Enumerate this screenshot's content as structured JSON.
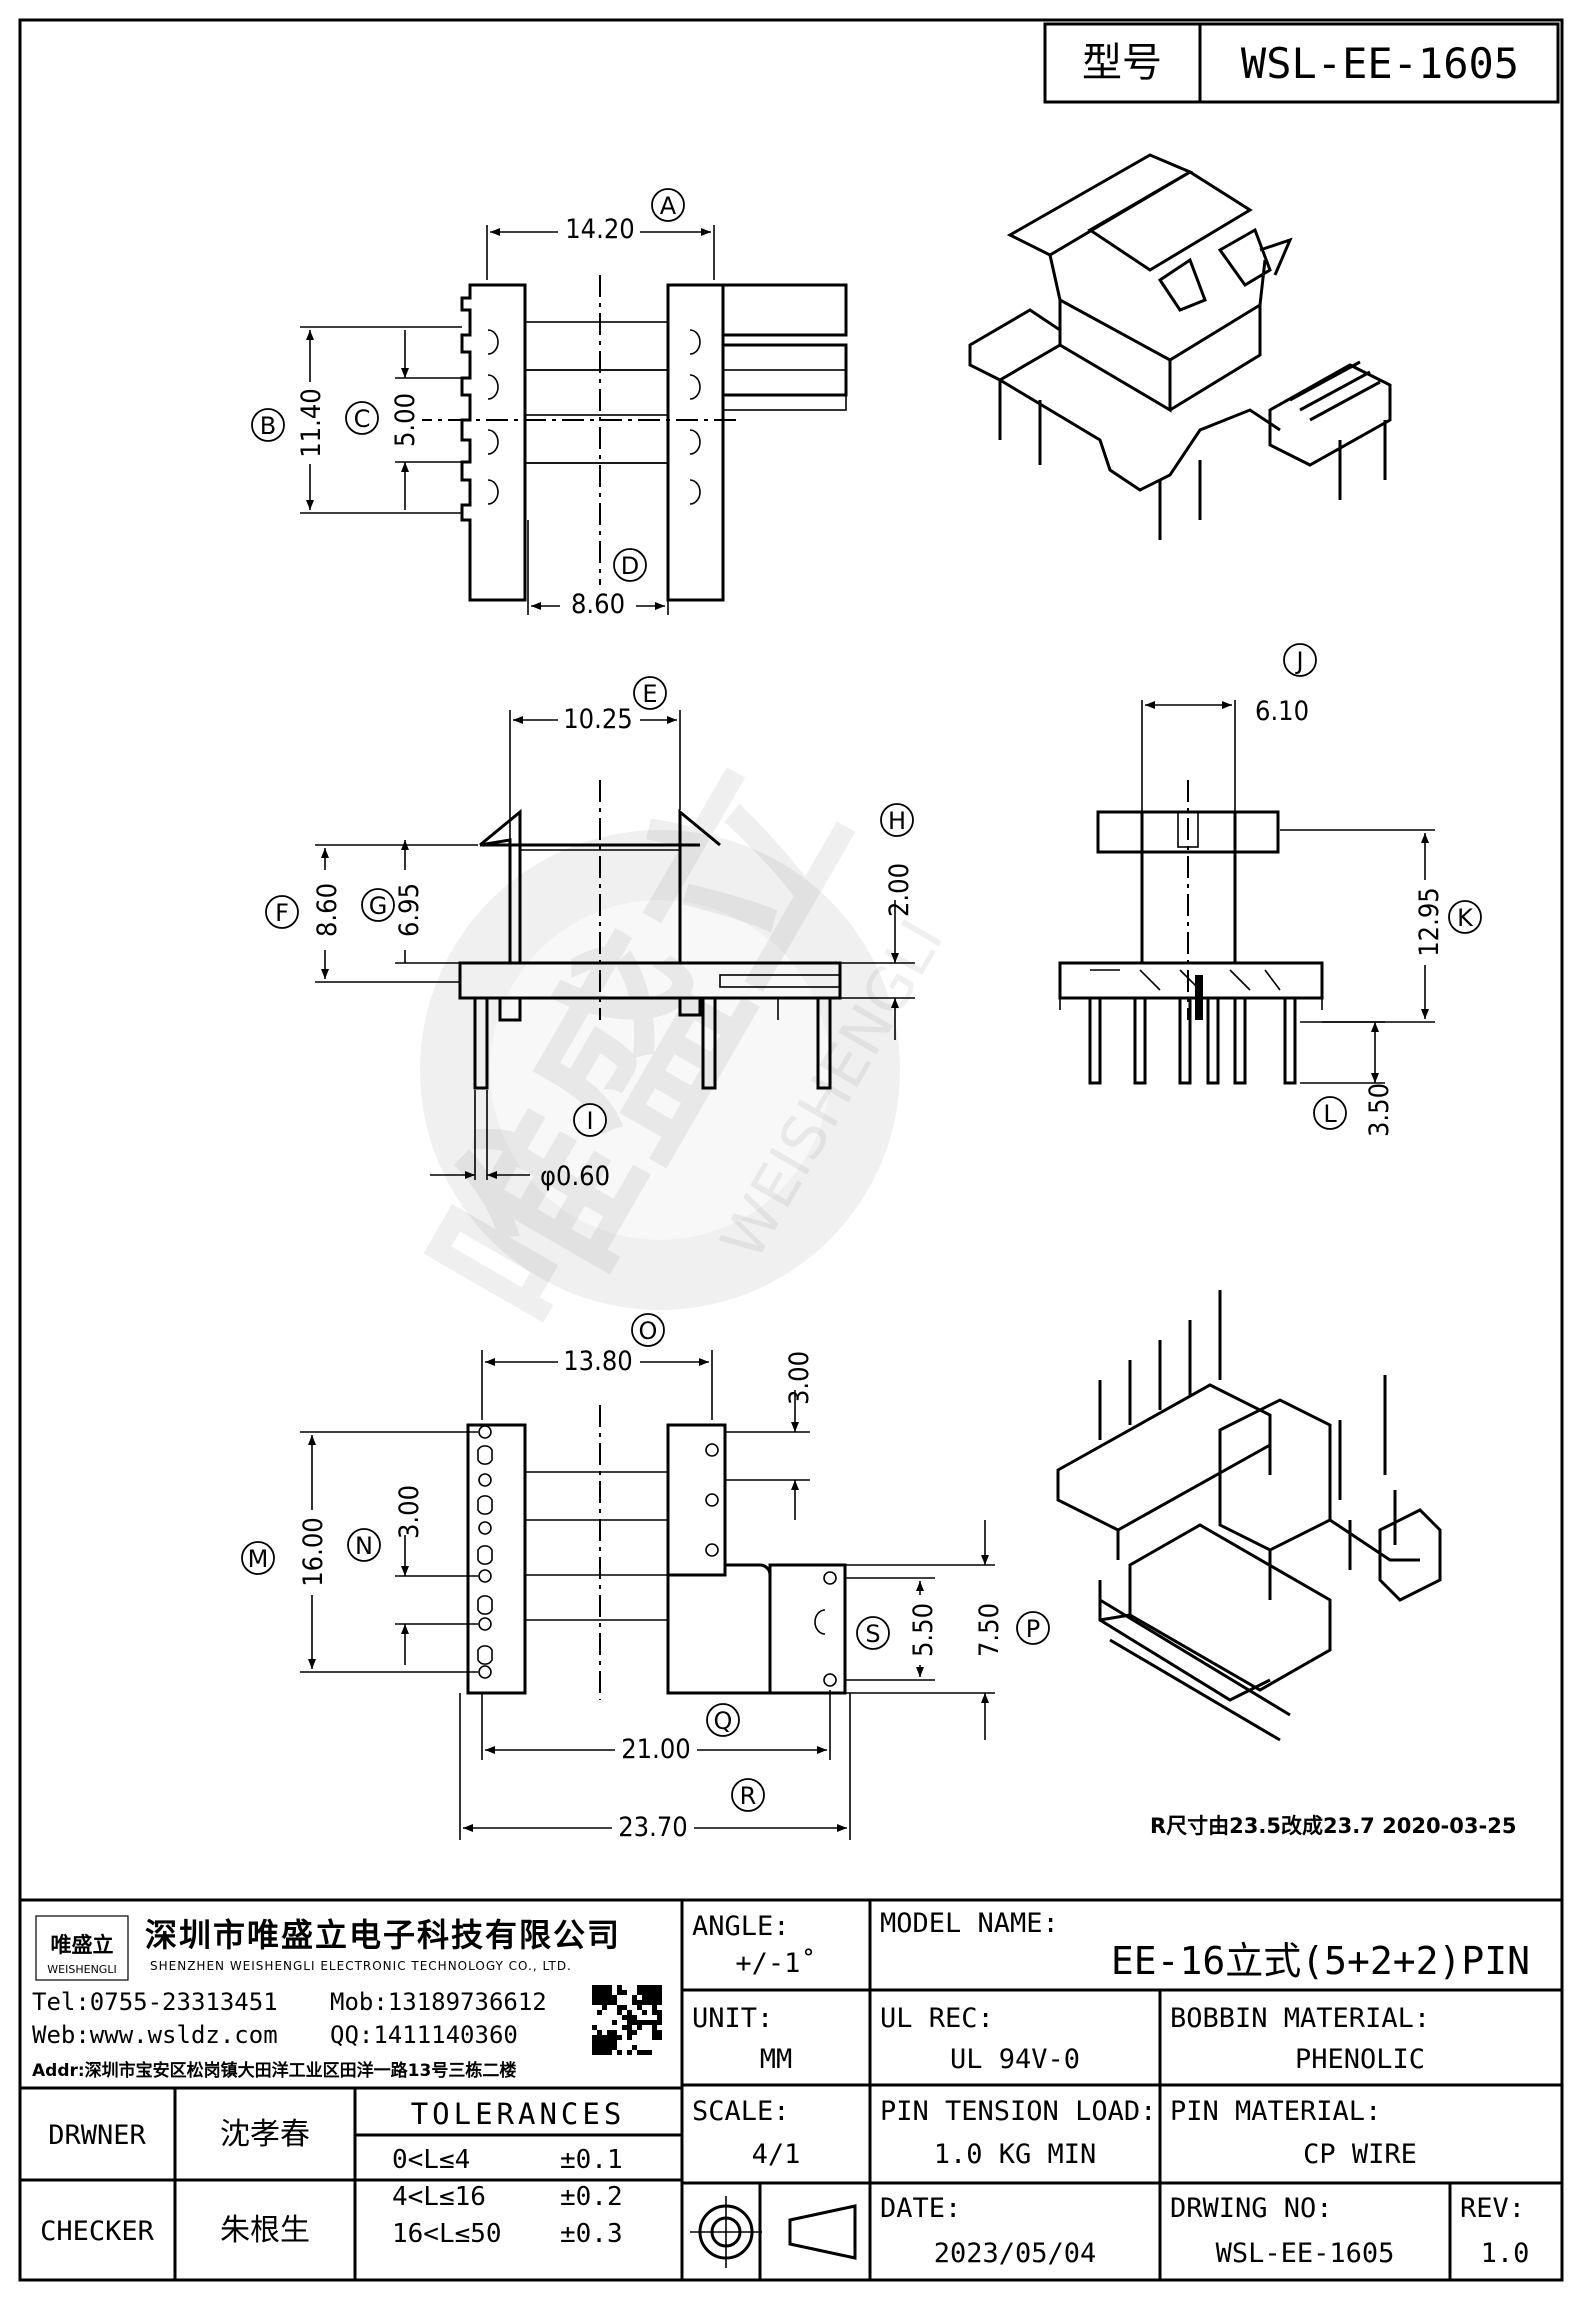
{
  "header": {
    "type_label": "型号",
    "model_code": "WSL-EE-1605"
  },
  "views": {
    "top": {
      "A": "14.20",
      "B": "11.40",
      "C": "5.00",
      "D": "8.60"
    },
    "front": {
      "E": "10.25",
      "F": "8.60",
      "G": "6.95",
      "H": "2.00",
      "I": "φ0.60"
    },
    "side": {
      "J": "6.10",
      "K": "12.95",
      "L": "3.50"
    },
    "bottom": {
      "O": "13.80",
      "top_pitch": "3.00",
      "M": "16.00",
      "N": "3.00",
      "S": "5.50",
      "P": "7.50",
      "Q": "21.00",
      "R": "23.70"
    }
  },
  "dim_letters": [
    "A",
    "B",
    "C",
    "D",
    "E",
    "F",
    "G",
    "H",
    "I",
    "J",
    "K",
    "L",
    "M",
    "N",
    "O",
    "P",
    "Q",
    "R",
    "S"
  ],
  "revision_note": "R尺寸由23.5改成23.7  2020-03-25",
  "watermark": {
    "brand": "唯盛立",
    "latin": "WEISHENGLI"
  },
  "company": {
    "name_cn": "深圳市唯盛立电子科技有限公司",
    "name_en": "SHENZHEN WEISHENGLI ELECTRONIC TECHNOLOGY CO., LTD.",
    "logo_text": "唯盛立",
    "logo_sub": "WEISHENGLI",
    "tel": "Tel:0755-23313451",
    "mob": "Mob:13189736612",
    "web": "Web:www.wsldz.com",
    "qq": "QQ:1411140360",
    "addr": "Addr:深圳市宝安区松岗镇大田洋工业区田洋一路13号三栋二楼"
  },
  "title_block": {
    "angle_label": "ANGLE:",
    "angle_value": "+/-1˚",
    "model_name_label": "MODEL NAME:",
    "model_name_value": "EE-16立式(5+2+2)PIN",
    "unit_label": "UNIT:",
    "unit_value": "MM",
    "ul_rec_label": "UL REC:",
    "ul_rec_value": "UL 94V-0",
    "bobbin_label": "BOBBIN MATERIAL:",
    "bobbin_value": "PHENOLIC",
    "scale_label": "SCALE:",
    "scale_value": "4/1",
    "pin_tension_label": "PIN TENSION LOAD:",
    "pin_tension_value": "1.0 KG MIN",
    "pin_material_label": "PIN MATERIAL:",
    "pin_material_value": "CP WIRE",
    "date_label": "DATE:",
    "date_value": "2023/05/04",
    "drawing_no_label": "DRWING NO:",
    "drawing_no_value": "WSL-EE-1605",
    "rev_label": "REV:",
    "rev_value": "1.0",
    "drawer_label": "DRWNER",
    "drawer_value": "沈孝春",
    "checker_label": "CHECKER",
    "checker_value": "朱根生",
    "tolerances_label": "TOLERANCES",
    "tolerances": [
      {
        "range": "0<L≤4",
        "tol": "±0.1"
      },
      {
        "range": "4<L≤16",
        "tol": "±0.2"
      },
      {
        "range": "16<L≤50",
        "tol": "±0.3"
      }
    ]
  }
}
